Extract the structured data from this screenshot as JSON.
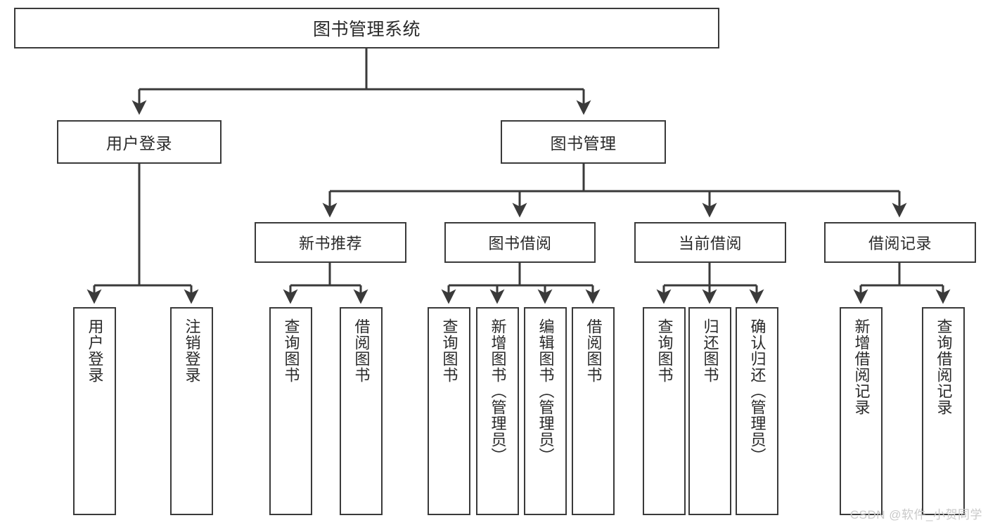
{
  "diagram": {
    "title": "图书管理系统",
    "type": "tree",
    "watermark": "CSDN @软件_小贺同学",
    "colors": {
      "box_border": "#3a3a3a",
      "box_fill": "#ffffff",
      "edge": "#3a3a3a",
      "text": "#2a2a2a",
      "watermark": "#c9c9c9",
      "background": "#ffffff"
    },
    "nodes": {
      "root": {
        "label": "图书管理系统"
      },
      "level1": [
        {
          "id": "user-login",
          "label": "用户登录"
        },
        {
          "id": "book-manage",
          "label": "图书管理"
        }
      ],
      "level2": [
        {
          "id": "new-book-recommend",
          "label": "新书推荐"
        },
        {
          "id": "book-borrow",
          "label": "图书借阅"
        },
        {
          "id": "current-borrow",
          "label": "当前借阅"
        },
        {
          "id": "borrow-record",
          "label": "借阅记录"
        }
      ],
      "leaves": {
        "user-login": [
          {
            "id": "leaf-user-login",
            "label": "用户登录"
          },
          {
            "id": "leaf-logout-login",
            "label": "注销登录"
          }
        ],
        "new-book-recommend": [
          {
            "id": "leaf-query-book-1",
            "label": "查询图书"
          },
          {
            "id": "leaf-borrow-book-1",
            "label": "借阅图书"
          }
        ],
        "book-borrow": [
          {
            "id": "leaf-query-book-2",
            "label": "查询图书"
          },
          {
            "id": "leaf-add-book",
            "label": "新增图书（管理员）"
          },
          {
            "id": "leaf-edit-book",
            "label": "编辑图书（管理员）"
          },
          {
            "id": "leaf-borrow-book-2",
            "label": "借阅图书"
          }
        ],
        "current-borrow": [
          {
            "id": "leaf-query-book-3",
            "label": "查询图书"
          },
          {
            "id": "leaf-return-book",
            "label": "归还图书"
          },
          {
            "id": "leaf-confirm-return",
            "label": "确认归还（管理员）"
          }
        ],
        "borrow-record": [
          {
            "id": "leaf-add-record",
            "label": "新增借阅记录"
          },
          {
            "id": "leaf-query-record",
            "label": "查询借阅记录"
          }
        ]
      }
    }
  }
}
